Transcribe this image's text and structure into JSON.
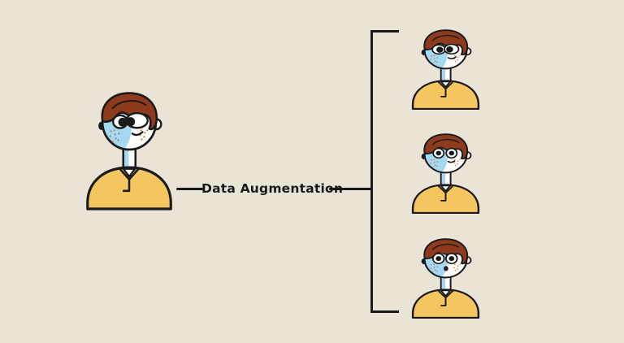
{
  "diagram": {
    "label": "Data Augmentation"
  },
  "colors": {
    "background": "#e9e4d6",
    "outline": "#1a1a1a",
    "shirt": "#f4c65f",
    "hair": "#8d3a1d",
    "skin_shade": "#a5d9f1",
    "skin": "#fefdfa",
    "freckle": "#c25c35",
    "mouth_dark": "#2e211b",
    "text": "#1a1a1a"
  },
  "characters": [
    {
      "id": "original",
      "icon": "boy-avatar-icon",
      "face_variant": "face-side-glance"
    },
    {
      "id": "augmented-1",
      "icon": "boy-avatar-icon",
      "face_variant": "face-center-gaze"
    },
    {
      "id": "augmented-2",
      "icon": "boy-avatar-icon",
      "face_variant": "face-round-smile"
    },
    {
      "id": "augmented-3",
      "icon": "boy-avatar-icon",
      "face_variant": "face-surprised"
    }
  ]
}
